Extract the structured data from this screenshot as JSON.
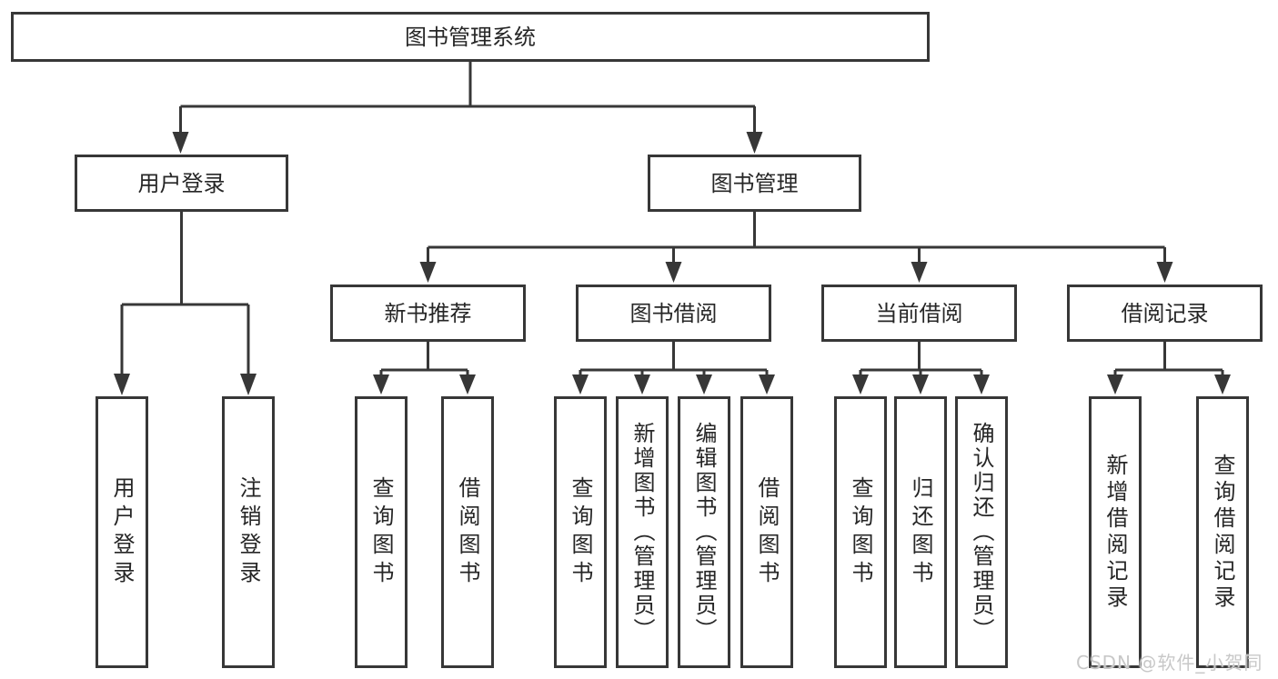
{
  "tree": {
    "root": {
      "label": "图书管理系统",
      "children": [
        {
          "label": "用户登录",
          "children": [
            {
              "label": "用户登录"
            },
            {
              "label": "注销登录"
            }
          ]
        },
        {
          "label": "图书管理",
          "children": [
            {
              "label": "新书推荐",
              "children": [
                {
                  "label": "查询图书"
                },
                {
                  "label": "借阅图书"
                }
              ]
            },
            {
              "label": "图书借阅",
              "children": [
                {
                  "label": "查询图书"
                },
                {
                  "label": "新增图书（管理员）"
                },
                {
                  "label": "编辑图书（管理员）"
                },
                {
                  "label": "借阅图书"
                }
              ]
            },
            {
              "label": "当前借阅",
              "children": [
                {
                  "label": "查询图书"
                },
                {
                  "label": "归还图书"
                },
                {
                  "label": "确认归还（管理员）"
                }
              ]
            },
            {
              "label": "借阅记录",
              "children": [
                {
                  "label": "新增借阅记录"
                },
                {
                  "label": "查询借阅记录"
                }
              ]
            }
          ]
        }
      ]
    }
  },
  "watermark": {
    "text": "CSDN @软件_小贺同学"
  },
  "colors": {
    "line": "#373737",
    "text": "#262626",
    "watermark": "#c8c8c8",
    "background": "#ffffff"
  }
}
